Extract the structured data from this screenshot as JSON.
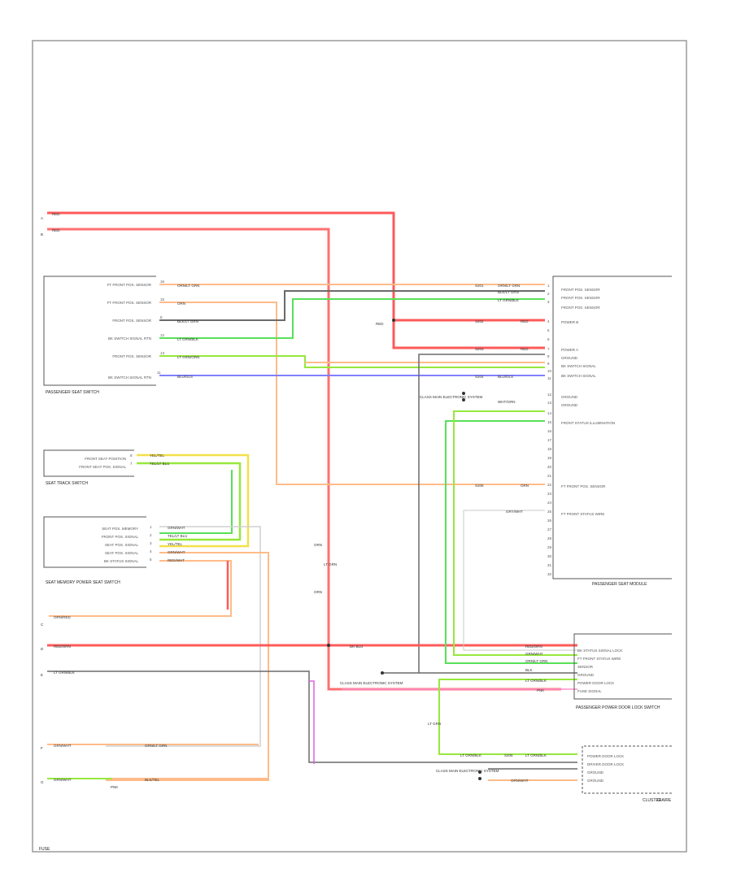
{
  "frame": {
    "fuse_block_label": "FUSE",
    "left_feed_labels": [
      "A",
      "B",
      "C",
      "D",
      "E",
      "F",
      "G"
    ]
  },
  "ground": {
    "label": "G-AIRE"
  },
  "colors": {
    "red": "#ff5a5a",
    "pink_red": "#ff6f6f",
    "orange": "#ffbb88",
    "green": "#58e058",
    "light_green": "#96e83c",
    "yellow": "#f2e04a",
    "blue": "#8080ff",
    "gray": "#6a6a6a",
    "magenta": "#e060e0"
  },
  "components": {
    "passenger_seat_switch": {
      "label": "PASSENGER SEAT SWITCH",
      "pins": [
        "FT FRONT POS. SENSOR",
        "FT FRONT POS. SENSOR",
        "FRONT POS. SENSOR",
        "BK SWITCH SIGNAL RTN",
        "FRONT POS. SENSOR",
        "BK SWITCH SIGNAL RTN"
      ],
      "pin_numbers": [
        "16",
        "15",
        "8",
        "12",
        "13",
        "11"
      ]
    },
    "seat_track_switch": {
      "label": "SEAT TRACK SWITCH",
      "pins": [
        "FRONT SEAT POSITION",
        "FRONT SEAT POS. SIGNAL"
      ],
      "pin_numbers": [
        "8",
        "7"
      ]
    },
    "seat_memory_switch": {
      "label": "SEAT MEMORY POWER SEAT SWITCH",
      "pins": [
        "SEAT POS. MEMORY",
        "FRONT POS. SIGNAL",
        "SEAT POS. SIGNAL",
        "SEAT POS. SIGNAL",
        "BK STATUS SIGNAL"
      ],
      "pin_numbers": [
        "1",
        "2",
        "3",
        "4",
        "5"
      ]
    },
    "passenger_seat_module": {
      "label": "PASSENGER SEAT MODULE",
      "pins": [
        "FRONT POS. SENSOR",
        "FRONT POS. SENSOR",
        "FRONT POS. SENSOR",
        "POWER B",
        "POWER A",
        "GROUND",
        "BK SWITCH SIGNAL",
        "BK SWITCH SIGNAL",
        "GROUND",
        "GROUND",
        "FRONT STATUS ILLUMINATION",
        "FT FRONT POS. SENSOR",
        "FT FRONT STATUS WIRE"
      ],
      "pin_numbers": [
        "1",
        "2",
        "3",
        "4",
        "5",
        "6",
        "7",
        "8",
        "9",
        "10",
        "11",
        "12",
        "13",
        "14",
        "15",
        "16",
        "17",
        "18",
        "19",
        "20",
        "21",
        "22",
        "23",
        "24",
        "25",
        "26",
        "27",
        "28",
        "29",
        "30",
        "31",
        "32"
      ]
    },
    "door_lock_switch": {
      "label": "PASSENGER POWER DOOR LOCK SWITCH",
      "pins": [
        "BK STATUS SIGNAL LOCK",
        "FT FRONT STATUS WIRE",
        "SENSOR",
        "GROUND",
        "POWER DOOR LOCK",
        "FUSE SIGNAL"
      ]
    },
    "cluster": {
      "label": "CLUSTER",
      "pins": [
        "POWER DOOR LOCK",
        "DRIVER DOOR LOCK",
        "GROUND",
        "GROUND"
      ]
    }
  },
  "wires": {
    "w1": "RED",
    "w2": "RED",
    "w3": "ORN/LT GRN",
    "w4": "ORN",
    "w5": "BLK/LT GRN",
    "w6": "LT GRN/BLK",
    "w7": "LT GRN/ORN",
    "w8": "BLU/GLS",
    "w9": "YEL/TEL",
    "w10": "TEL/LT BLU",
    "w11": "GRN/WHT",
    "w12": "TEL/LT BLU",
    "w13": "YEL/TEL",
    "w14": "GRN/WHT",
    "w15": "RED/WHT",
    "w16": "ORN/RED",
    "w17": "RED/ORN",
    "w18": "LT GRN/BLK",
    "w19": "GRN/WHT",
    "w20": "GRN/WHT",
    "w21": "GRN/LT GRN",
    "w22": "BLK/TEL",
    "w23": "DK BLU",
    "w24": "ORN/LT GRN",
    "w25": "BLK/LT GRN",
    "w26": "LT GRN/BLK",
    "w27": "RED",
    "w28": "RED",
    "w29": "BLU/GLS",
    "w30": "WHT/GRN",
    "w31": "ORN",
    "w32": "GRY/WHT",
    "w33": "RED/ORN",
    "w34": "GRN/WHT",
    "w35": "ORN/LT GRN",
    "w36": "BLK",
    "w37": "LT GRN/BLK",
    "w38": "PNK",
    "w39": "LT GRN/BLK",
    "w40": "LT GRN/BLK",
    "w41": "ORN/WHT"
  },
  "splices": {
    "s1": "S201",
    "s2": "S202",
    "s3": "S203",
    "s4": "S204",
    "s5": "S205",
    "s6": "S206",
    "ctrl_a": "CLASS MAIN ELECTRONIC SYSTEM",
    "ctrl_b": "CLASS MAIN ELECTRONIC SYSTEM",
    "ctrl_c": "CLASS MAIN ELECTRONIC SYSTEM"
  },
  "misc": {
    "m1": "ORN",
    "m2": "LT GRN",
    "m3": "ORN",
    "m4": "LT GRN",
    "m5": "RED",
    "m6": "PNK"
  }
}
